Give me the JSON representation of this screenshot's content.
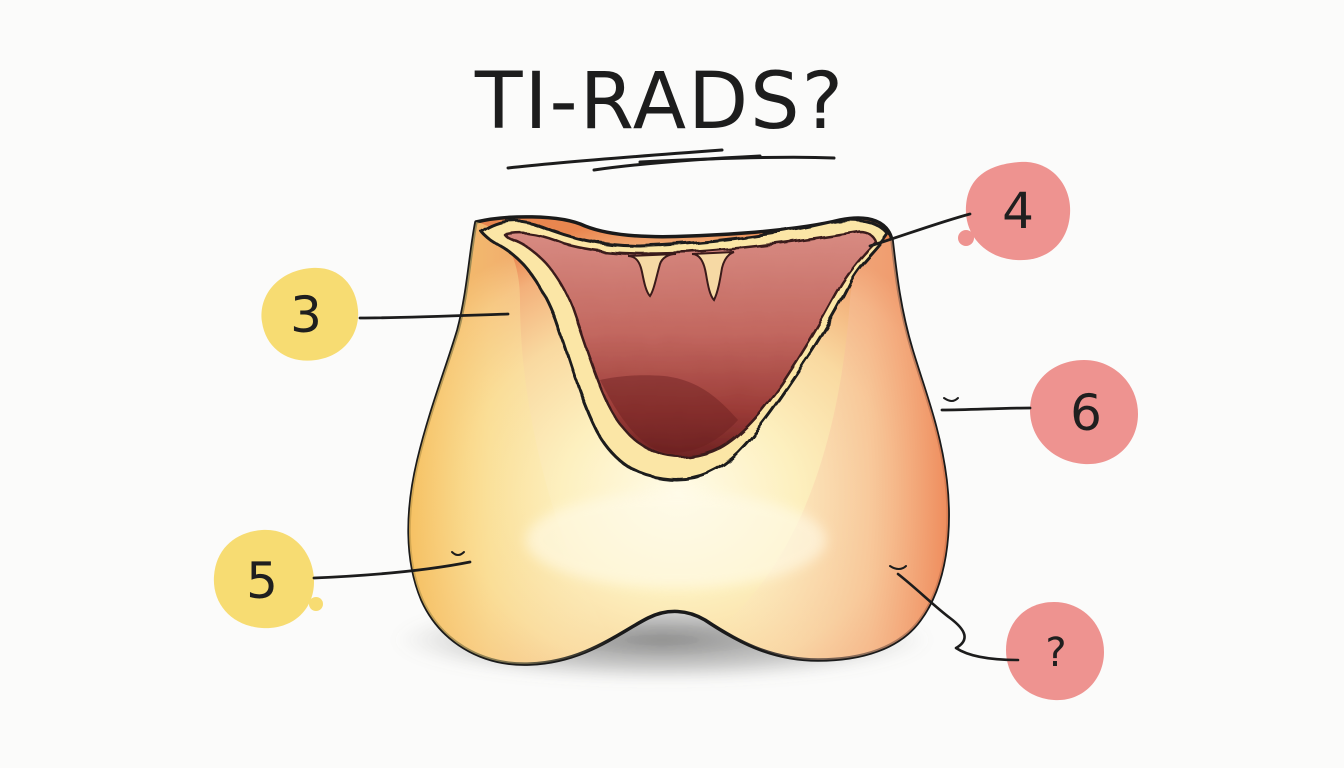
{
  "title": "TI-RADS?",
  "colors": {
    "background": "#fbfbfa",
    "ink": "#1c1c1c",
    "badge_yellow": "#f7dc72",
    "badge_red": "#ee9390",
    "gland_light": "#fdf2b8",
    "gland_peach": "#f7c89a",
    "gland_edge": "#ec8b5a",
    "isthmus_dark": "#7d2a2a"
  },
  "badges": [
    {
      "id": "badge-3",
      "label": "3",
      "color": "badge_yellow"
    },
    {
      "id": "badge-4",
      "label": "4",
      "color": "badge_red"
    },
    {
      "id": "badge-6",
      "label": "6",
      "color": "badge_red"
    },
    {
      "id": "badge-5",
      "label": "5",
      "color": "badge_yellow"
    },
    {
      "id": "badge-q",
      "label": "?",
      "color": "badge_red"
    }
  ]
}
